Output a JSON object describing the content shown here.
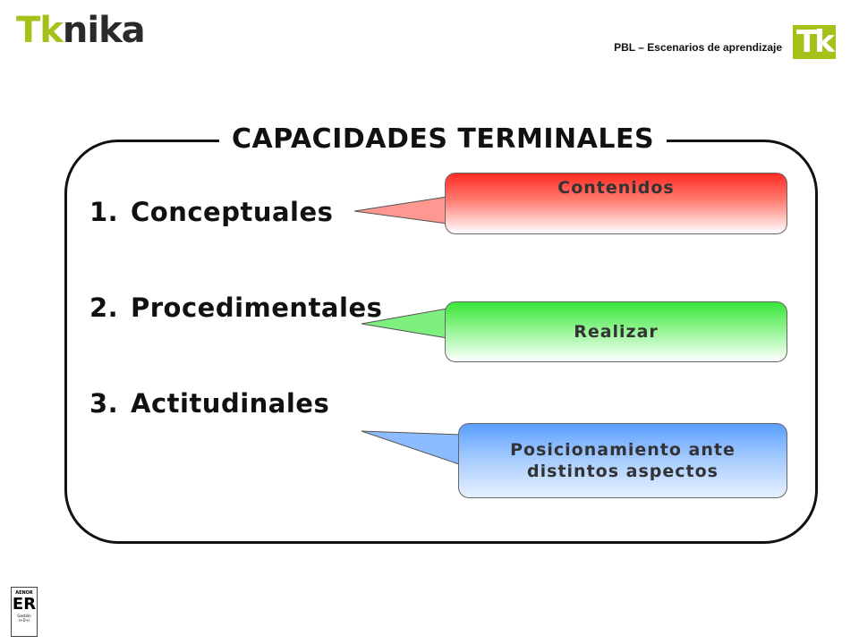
{
  "header": {
    "logo_green": "Tk",
    "logo_dark": "nika",
    "subtitle": "PBL – Escenarios de aprendizaje",
    "badge": "Tk"
  },
  "main": {
    "title": "CAPACIDADES TERMINALES",
    "items": [
      {
        "num": "1.",
        "label": "Conceptuales"
      },
      {
        "num": "2.",
        "label": "Procedimentales"
      },
      {
        "num": "3.",
        "label": "Actitudinales"
      }
    ],
    "callouts": [
      {
        "label": "Contenidos",
        "color": "#ff2b22"
      },
      {
        "label": "Realizar",
        "color": "#3ae53a"
      },
      {
        "label": "Posicionamiento ante distintos aspectos",
        "color": "#5aa0ff"
      }
    ]
  },
  "footer": {
    "cert_top": "AENOR",
    "cert_mark": "ER",
    "cert_line1": "Gestión",
    "cert_line2": "I+D+i"
  }
}
